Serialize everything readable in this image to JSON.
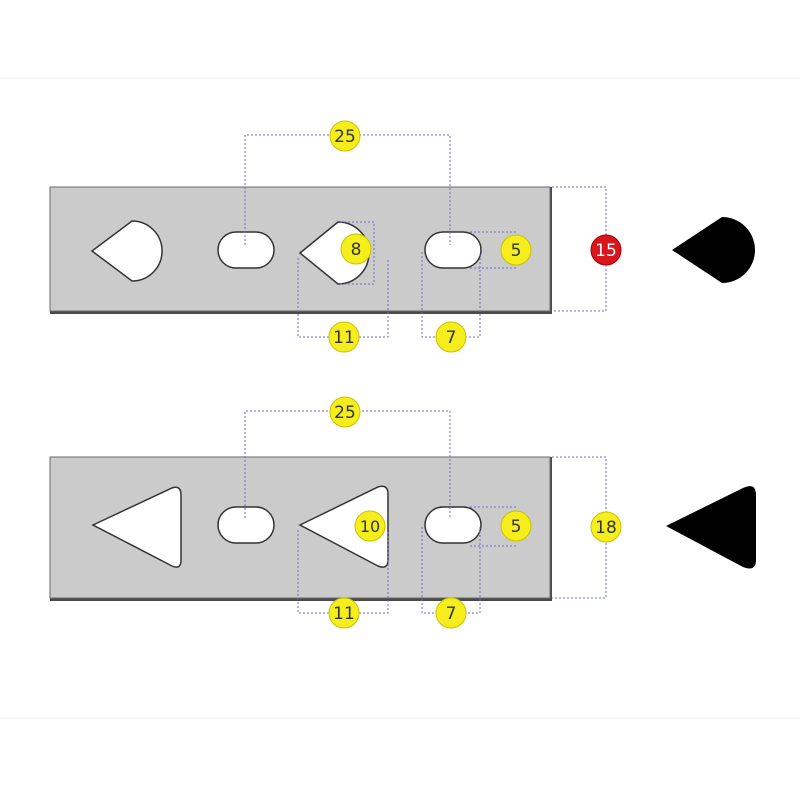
{
  "colors": {
    "plate": "#cbcbcb",
    "plate_edge": "#4a4a4a",
    "dim_line": "#6e6ec8",
    "label_yellow": "#f5ee1c",
    "label_red": "#d7161e",
    "shape_black": "#000000"
  },
  "diagrams": [
    {
      "hole_shape": "teardrop",
      "dimensions": {
        "spacing": "25",
        "hole_height": "8",
        "hole_width": "11",
        "slot_height": "5",
        "slot_width": "7",
        "plate_height": "15"
      },
      "plate_height_highlight": true
    },
    {
      "hole_shape": "triangle",
      "dimensions": {
        "spacing": "25",
        "hole_height": "10",
        "hole_width": "11",
        "slot_height": "5",
        "slot_width": "7",
        "plate_height": "18"
      },
      "plate_height_highlight": false
    }
  ]
}
